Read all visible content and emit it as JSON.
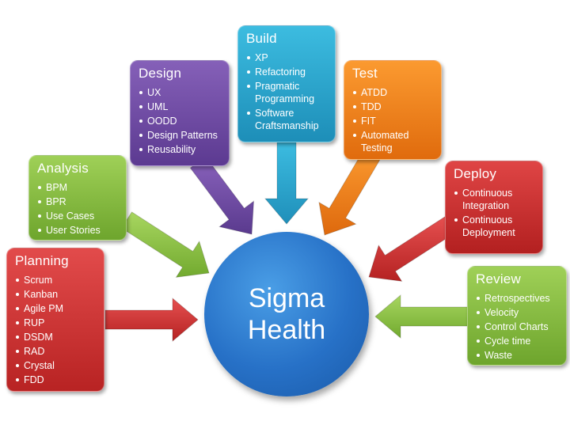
{
  "center": {
    "title": "Sigma Health"
  },
  "boxes": {
    "planning": {
      "title": "Planning",
      "items": [
        "Scrum",
        "Kanban",
        "Agile PM",
        "RUP",
        "DSDM",
        "RAD",
        "Crystal",
        "FDD"
      ]
    },
    "analysis": {
      "title": "Analysis",
      "items": [
        "BPM",
        "BPR",
        "Use Cases",
        "User Stories"
      ]
    },
    "design": {
      "title": "Design",
      "items": [
        "UX",
        "UML",
        "OODD",
        "Design Patterns",
        "Reusability"
      ]
    },
    "build": {
      "title": "Build",
      "items": [
        "XP",
        "Refactoring",
        "Pragmatic Programming",
        "Software Craftsmanship"
      ]
    },
    "test": {
      "title": "Test",
      "items": [
        "ATDD",
        "TDD",
        "FIT",
        "Automated Testing"
      ]
    },
    "deploy": {
      "title": "Deploy",
      "items": [
        "Continuous Integration",
        "Continuous Deployment"
      ]
    },
    "review": {
      "title": "Review",
      "items": [
        "Retrospectives",
        "Velocity",
        "Control Charts",
        "Cycle time",
        "Waste"
      ]
    }
  },
  "colors": {
    "planning": "#c62e2e",
    "analysis": "#86bd3f",
    "design": "#6a47a0",
    "build": "#2aa4cf",
    "test": "#f2811c",
    "deploy": "#c62e2e",
    "review": "#86bd3f",
    "center": "#2771c7"
  }
}
